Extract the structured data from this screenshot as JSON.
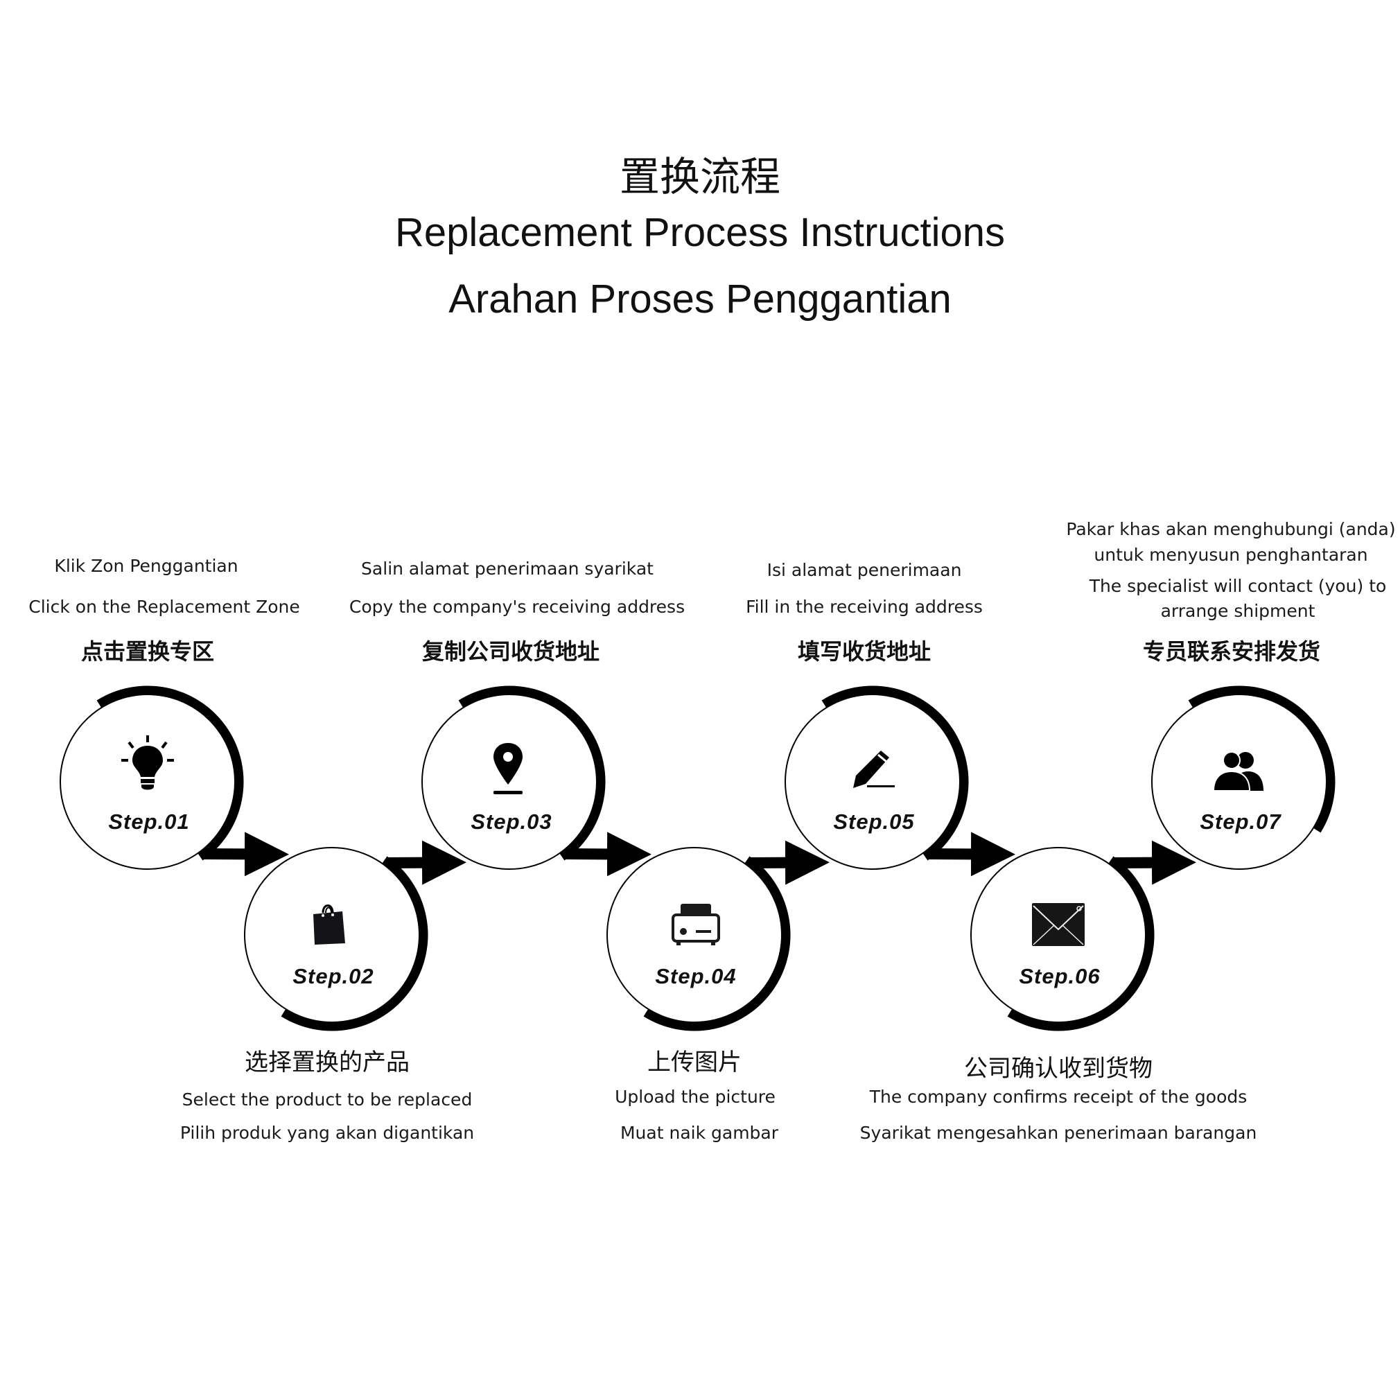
{
  "title": {
    "zh": "置换流程",
    "en": "Replacement Process Instructions",
    "ms": "Arahan Proses Penggantian"
  },
  "steps": [
    {
      "label": "Step.01",
      "icon": "lightbulb-icon",
      "zh": "点击置换专区",
      "en": "Click on the Replacement Zone",
      "ms": "Klik Zon Penggantian"
    },
    {
      "label": "Step.02",
      "icon": "shopping-bag-icon",
      "zh": "选择置换的产品",
      "en": "Select the product to be replaced",
      "ms": "Pilih produk yang akan digantikan"
    },
    {
      "label": "Step.03",
      "icon": "location-pin-icon",
      "zh": "复制公司收货地址",
      "en": "Copy the company's receiving address",
      "ms": "Salin alamat penerimaan syarikat"
    },
    {
      "label": "Step.04",
      "icon": "camera-icon",
      "zh": "上传图片",
      "en": "Upload the picture",
      "ms": "Muat naik gambar"
    },
    {
      "label": "Step.05",
      "icon": "pencil-icon",
      "zh": "填写收货地址",
      "en": "Fill in the receiving address",
      "ms": "Isi alamat penerimaan"
    },
    {
      "label": "Step.06",
      "icon": "envelope-icon",
      "zh": "公司确认收到货物",
      "en": "The company confirms receipt of the goods",
      "ms": "Syarikat mengesahkan penerimaan barangan"
    },
    {
      "label": "Step.07",
      "icon": "users-icon",
      "zh": "专员联系安排发货",
      "en_1": "The specialist will contact (you) to",
      "en_2": "arrange shipment",
      "ms_1": "Pakar khas akan menghubungi (anda)",
      "ms_2": "untuk menyusun penghantaran"
    }
  ]
}
